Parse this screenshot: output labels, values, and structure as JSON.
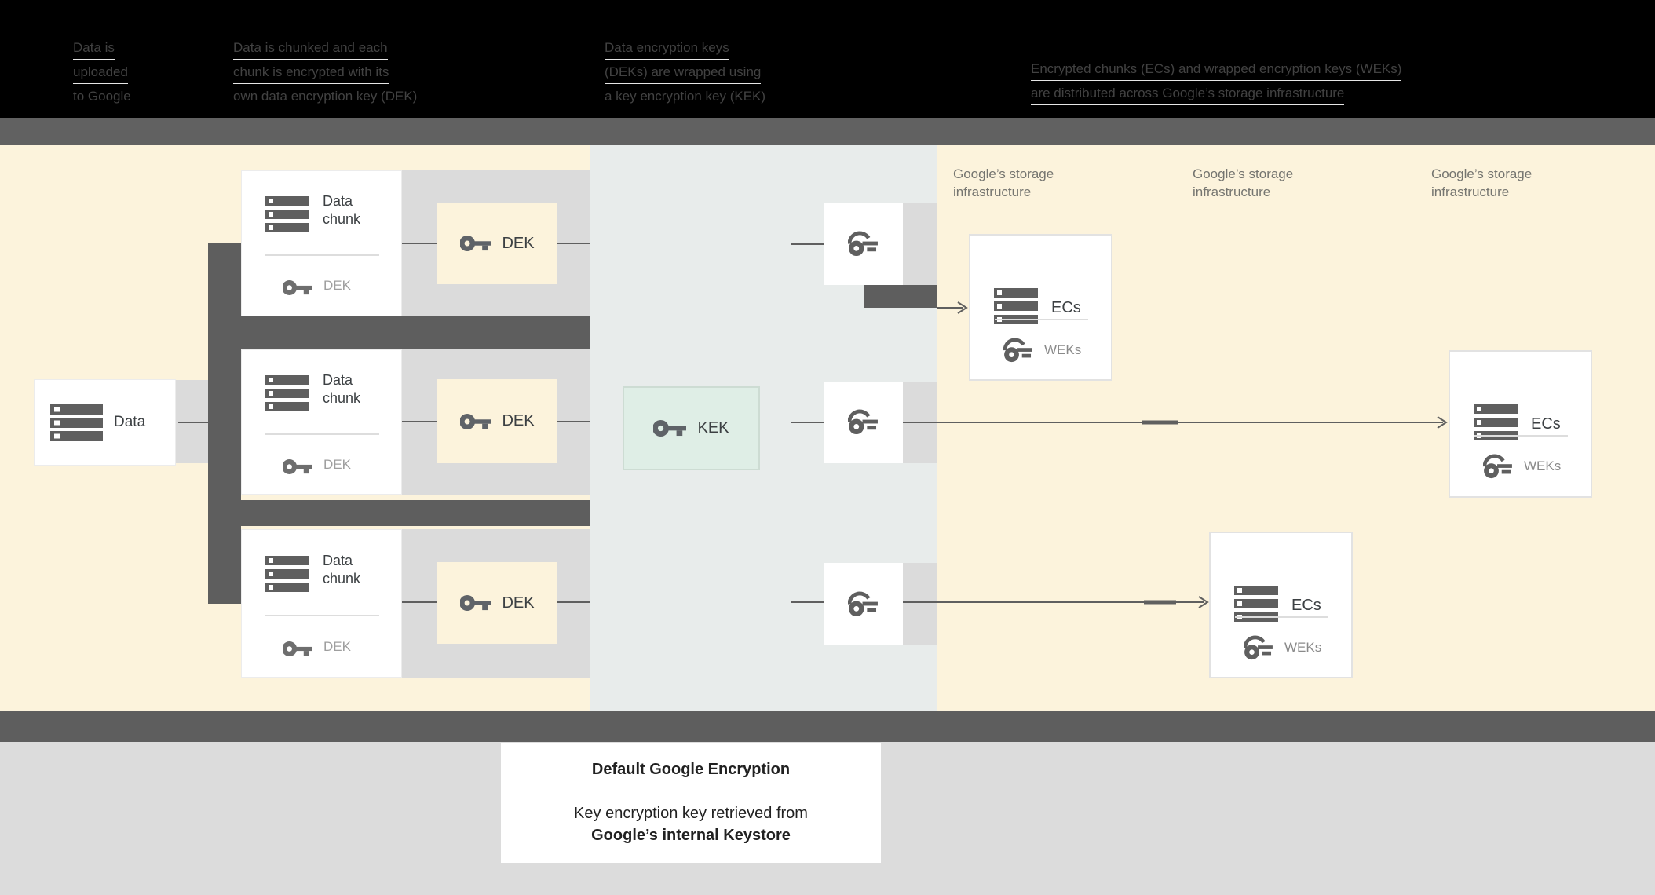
{
  "header": {
    "columns": [
      {
        "lines": [
          "Data is",
          "uploaded",
          "to Google"
        ]
      },
      {
        "lines": [
          "Data is chunked and each",
          "chunk is encrypted with its",
          "own data encryption key (DEK)"
        ]
      },
      {
        "lines": [
          "Data encryption keys",
          "(DEKs) are wrapped using",
          "a key encryption key (KEK)"
        ]
      },
      {
        "lines": [
          "Encrypted chunks (ECs) and wrapped encryption keys (WEKs)",
          "are distributed across Google’s storage infrastructure"
        ]
      }
    ]
  },
  "diagram": {
    "data_box": {
      "label": "Data",
      "icon": "stack-icon"
    },
    "chunks": [
      {
        "title": "Data chunk",
        "key_label": "DEK",
        "icon": "stack-icon",
        "key_icon": "key-icon"
      },
      {
        "title": "Data chunk",
        "key_label": "DEK",
        "icon": "stack-icon",
        "key_icon": "key-icon"
      },
      {
        "title": "Data chunk",
        "key_label": "DEK",
        "icon": "stack-icon",
        "key_icon": "key-icon"
      }
    ],
    "dek_boxes": [
      {
        "label": "DEK",
        "icon": "key-icon"
      },
      {
        "label": "DEK",
        "icon": "key-icon"
      },
      {
        "label": "DEK",
        "icon": "key-icon"
      }
    ],
    "kek_box": {
      "label": "KEK",
      "icon": "key-icon"
    },
    "wrap_boxes": [
      {
        "icon": "wrapped-key-icon"
      },
      {
        "icon": "wrapped-key-icon"
      },
      {
        "icon": "wrapped-key-icon"
      }
    ],
    "storage_labels": [
      {
        "text": "Google’s storage\ninfrastructure"
      },
      {
        "text": "Google’s storage\ninfrastructure"
      },
      {
        "text": "Google’s storage\ninfrastructure"
      }
    ],
    "ecs_boxes": [
      {
        "label": "ECs",
        "sub_label": "WEKs",
        "icon": "stack-icon",
        "sub_icon": "wrapped-key-icon"
      },
      {
        "label": "ECs",
        "sub_label": "WEKs",
        "icon": "stack-icon",
        "sub_icon": "wrapped-key-icon"
      },
      {
        "label": "ECs",
        "sub_label": "WEKs",
        "icon": "stack-icon",
        "sub_icon": "wrapped-key-icon"
      }
    ]
  },
  "caption": {
    "title": "Default Google Encryption",
    "line1": "Key encryption key retrieved from",
    "line2": "Google’s internal Keystore"
  },
  "colors": {
    "cream": "#FCF3DC",
    "blue_gray_section": "#E8ECEB",
    "band_gray": "#DBDBDB",
    "connector_dark": "#5E5E5E",
    "top_bar_gray": "#616161",
    "mint_fill": "#DFEEE6",
    "mint_border": "#CDDCD3",
    "footer_gray": "#DCDCDC",
    "icon_gray": "#5F5F5F",
    "text_dark": "#3C4043",
    "text_gray": "#9E9E9E"
  }
}
